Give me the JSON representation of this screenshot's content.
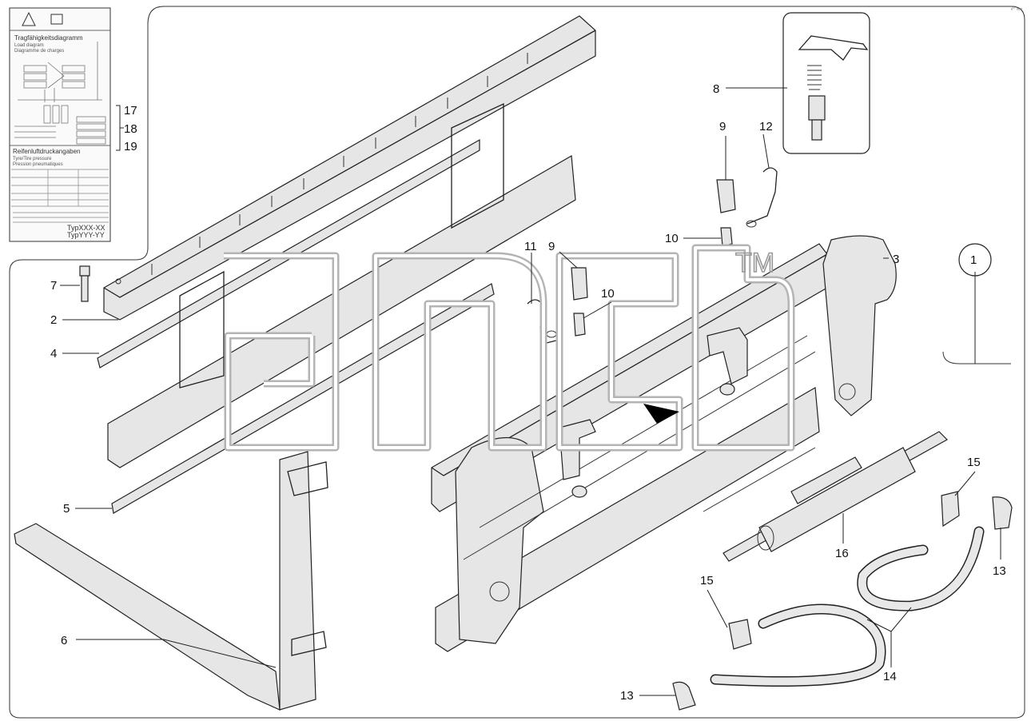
{
  "diagram": {
    "callouts": [
      {
        "id": "c1",
        "label": "1"
      },
      {
        "id": "c2",
        "label": "2"
      },
      {
        "id": "c3",
        "label": "3"
      },
      {
        "id": "c4",
        "label": "4"
      },
      {
        "id": "c5",
        "label": "5"
      },
      {
        "id": "c6",
        "label": "6"
      },
      {
        "id": "c7",
        "label": "7"
      },
      {
        "id": "c8",
        "label": "8"
      },
      {
        "id": "c9a",
        "label": "9"
      },
      {
        "id": "c9b",
        "label": "9"
      },
      {
        "id": "c10a",
        "label": "10"
      },
      {
        "id": "c10b",
        "label": "10"
      },
      {
        "id": "c11",
        "label": "11"
      },
      {
        "id": "c12",
        "label": "12"
      },
      {
        "id": "c13a",
        "label": "13"
      },
      {
        "id": "c13b",
        "label": "13"
      },
      {
        "id": "c14",
        "label": "14"
      },
      {
        "id": "c15a",
        "label": "15"
      },
      {
        "id": "c15b",
        "label": "15"
      },
      {
        "id": "c16",
        "label": "16"
      },
      {
        "id": "c17",
        "label": "17"
      },
      {
        "id": "c18",
        "label": "18"
      },
      {
        "id": "c19",
        "label": "19"
      }
    ],
    "load_plate": {
      "title": "Tragfähigkeitsdiagramm",
      "subtitle_en": "Load diagram",
      "subtitle_fr": "Diagramme de charges",
      "pressure_title": "Reifenluftdruckangaben",
      "pressure_en": "Tyre/Tire pressure",
      "pressure_fr": "Pression pneumatiques",
      "type_1": "TypXXX-XX",
      "type_2": "TypYYY-YY"
    },
    "watermark": {
      "trademark": "TM"
    },
    "page_marker": "ₒᴼ ₒₒₒ"
  }
}
